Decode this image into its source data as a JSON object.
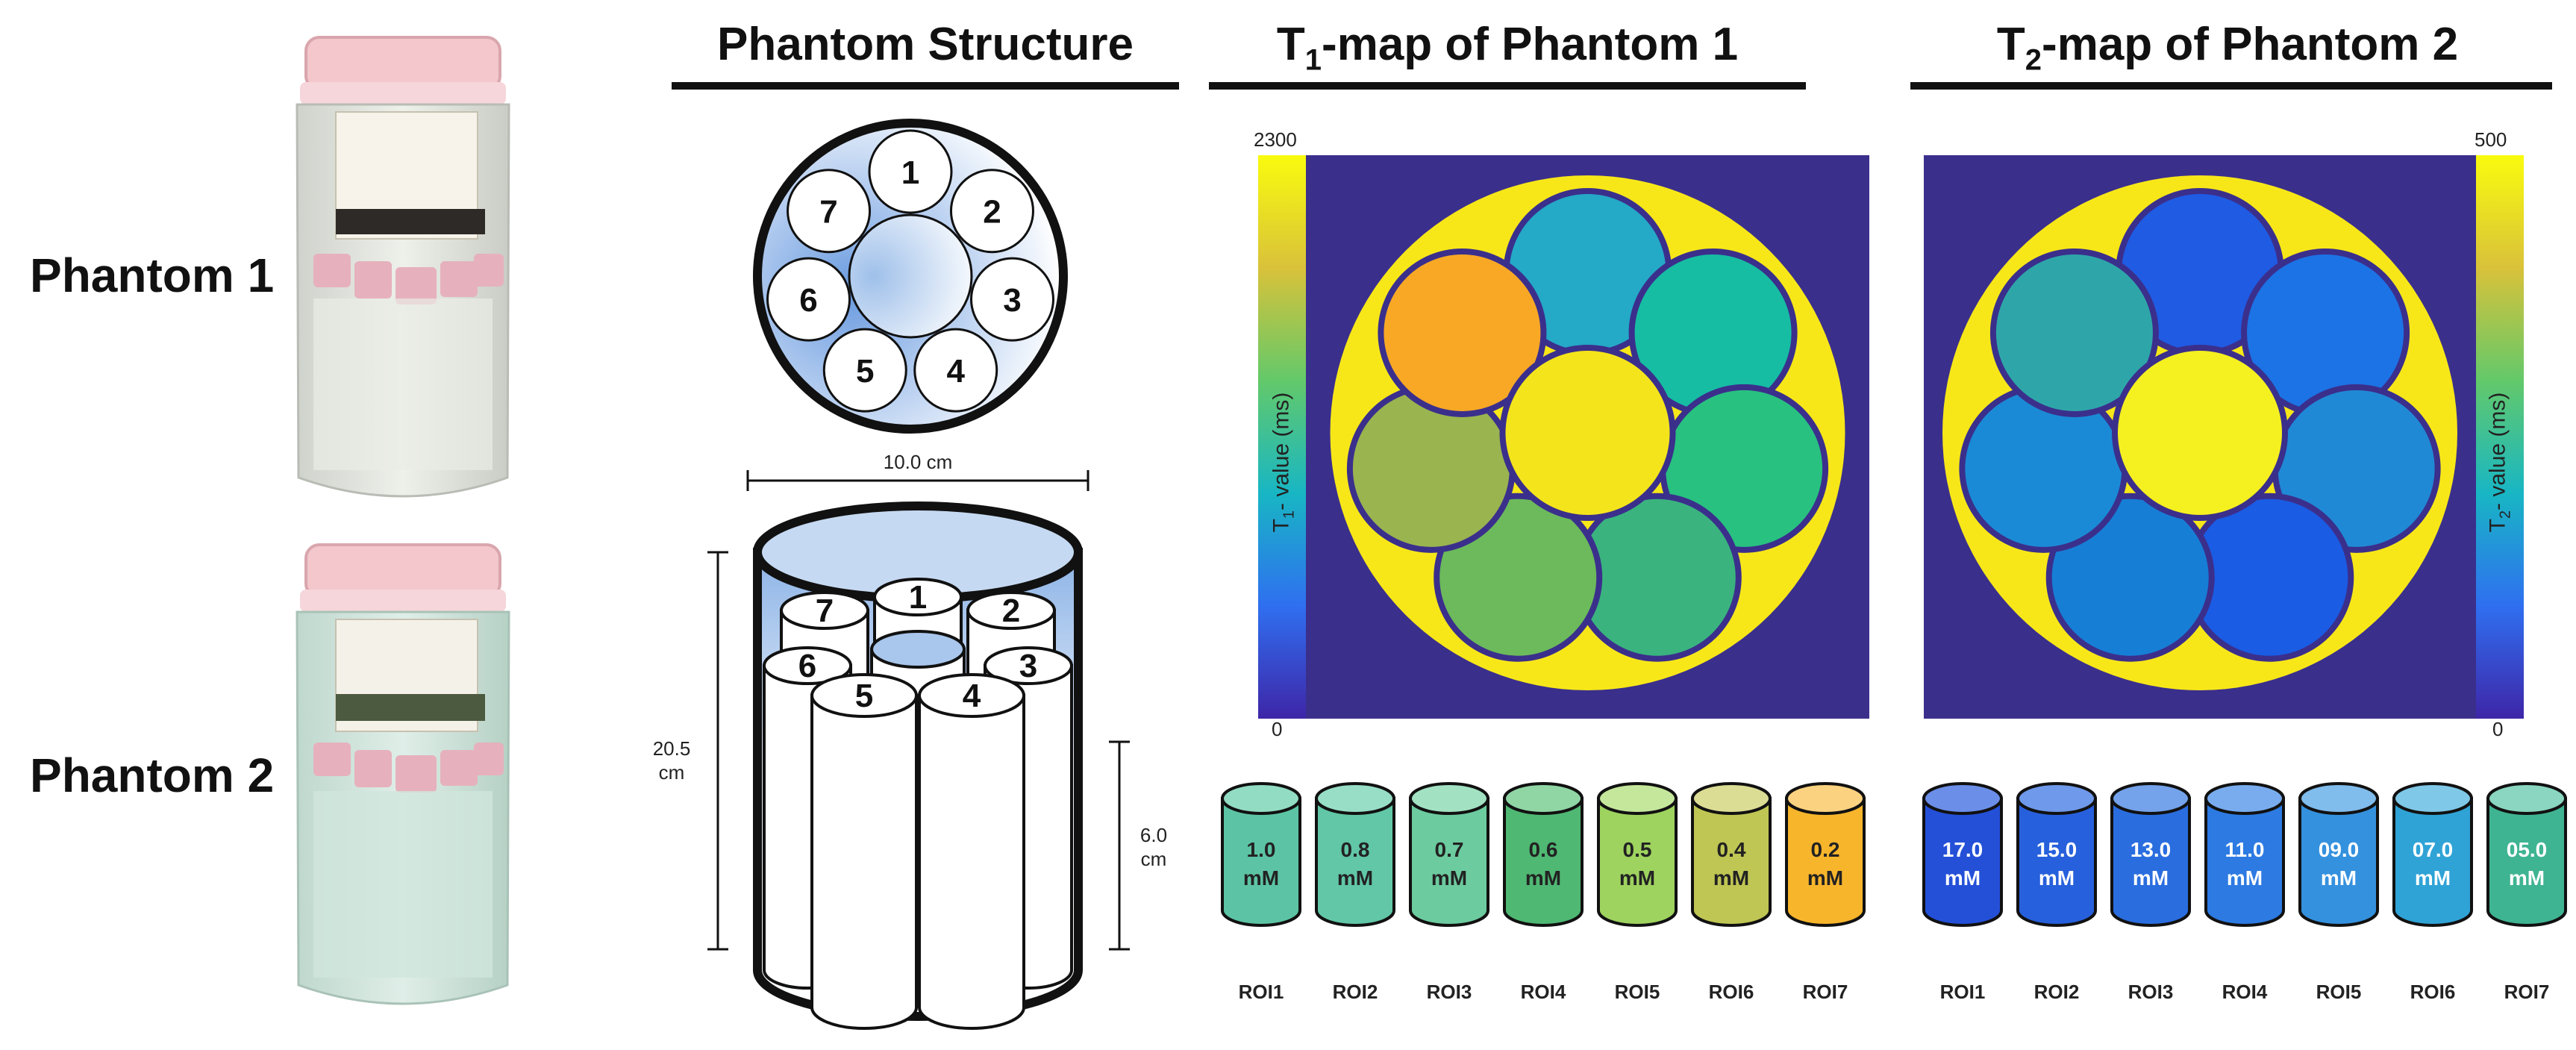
{
  "labels": {
    "phantom1": "Phantom 1",
    "phantom2": "Phantom 2"
  },
  "panels": {
    "structure_title": "Phantom Structure",
    "t1_title_prefix": "T",
    "t1_title_sub": "1",
    "t1_title_suffix": "-map of Phantom 1",
    "t2_title_prefix": "T",
    "t2_title_sub": "2",
    "t2_title_suffix": "-map of Phantom 2"
  },
  "structure": {
    "tube_numbers": [
      "1",
      "2",
      "3",
      "4",
      "5",
      "6",
      "7"
    ],
    "width_label": "10.0 cm",
    "height_label_1": "20.5",
    "height_label_2": "cm",
    "tube_height_label_1": "6.0",
    "tube_height_label_2": "cm"
  },
  "t1_map": {
    "cb_max": "2300",
    "cb_min": "0",
    "cb_label_prefix": "T",
    "cb_label_sub": "1",
    "cb_label_suffix": "- value (ms)",
    "tube_colors": [
      "#24a9c7",
      "#16bda3",
      "#28c180",
      "#3ab37e",
      "#6cba5b",
      "#9ab44f",
      "#f8a825"
    ],
    "center_color": "#f4e41b",
    "background_color": "#3b2f8c",
    "fill_color": "#f7e719"
  },
  "t2_map": {
    "cb_max": "500",
    "cb_min": "0",
    "cb_label_prefix": "T",
    "cb_label_sub": "2",
    "cb_label_suffix": "- value (ms)",
    "tube_colors": [
      "#1f5be3",
      "#1c73e5",
      "#2089d5",
      "#1a5ce4",
      "#177ed6",
      "#1b8ad6",
      "#2ea6a9"
    ],
    "center_color": "#f5f020",
    "background_color": "#3b2f8c",
    "fill_color": "#f7e719"
  },
  "rois_t1": [
    {
      "conc": "1.0",
      "unit": "mM",
      "label": "ROI1",
      "color": "#5cc4a4",
      "top": "#92dcc3"
    },
    {
      "conc": "0.8",
      "unit": "mM",
      "label": "ROI2",
      "color": "#61c7a6",
      "top": "#98dec7"
    },
    {
      "conc": "0.7",
      "unit": "mM",
      "label": "ROI3",
      "color": "#6ccb9f",
      "top": "#a2e2c3"
    },
    {
      "conc": "0.6",
      "unit": "mM",
      "label": "ROI4",
      "color": "#4fb873",
      "top": "#8fd6a4"
    },
    {
      "conc": "0.5",
      "unit": "mM",
      "label": "ROI5",
      "color": "#9ed35f",
      "top": "#c5e79c"
    },
    {
      "conc": "0.4",
      "unit": "mM",
      "label": "ROI6",
      "color": "#bfc653",
      "top": "#dcdd95"
    },
    {
      "conc": "0.2",
      "unit": "mM",
      "label": "ROI7",
      "color": "#f7b52c",
      "top": "#fbd27f"
    }
  ],
  "rois_t2": [
    {
      "conc": "17.0",
      "unit": "mM",
      "label": "ROI1",
      "color": "#2450d8",
      "top": "#6b8ee9"
    },
    {
      "conc": "15.0",
      "unit": "mM",
      "label": "ROI2",
      "color": "#2760dc",
      "top": "#6f99ea"
    },
    {
      "conc": "13.0",
      "unit": "mM",
      "label": "ROI3",
      "color": "#2a6ddf",
      "top": "#74a2eb"
    },
    {
      "conc": "11.0",
      "unit": "mM",
      "label": "ROI4",
      "color": "#2d7ae2",
      "top": "#78acee"
    },
    {
      "conc": "09.0",
      "unit": "mM",
      "label": "ROI5",
      "color": "#3491de",
      "top": "#80bcec"
    },
    {
      "conc": "07.0",
      "unit": "mM",
      "label": "ROI6",
      "color": "#2fa3d6",
      "top": "#7fc8e7"
    },
    {
      "conc": "05.0",
      "unit": "mM",
      "label": "ROI7",
      "color": "#3fb492",
      "top": "#8ad6c0"
    }
  ]
}
